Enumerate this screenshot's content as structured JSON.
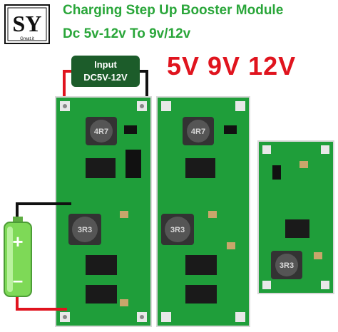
{
  "title_line1": "Charging Step Up Booster Module",
  "title_line2": "Dc 5v-12v To 9v/12v",
  "voltages": "5V 9V 12V",
  "logo_text": "SY",
  "logo_sub": "Great.it",
  "input_label": "Input",
  "input_range": "DC5V-12V",
  "coil_a": "4R7",
  "coil_b": "3R3",
  "battery_plus": "+",
  "battery_minus": "–",
  "colors": {
    "title": "#2aa63a",
    "voltages": "#e0141e",
    "pcb": "#1f9e3a",
    "wire_red": "#e0141e",
    "battery": "#7ed957"
  }
}
